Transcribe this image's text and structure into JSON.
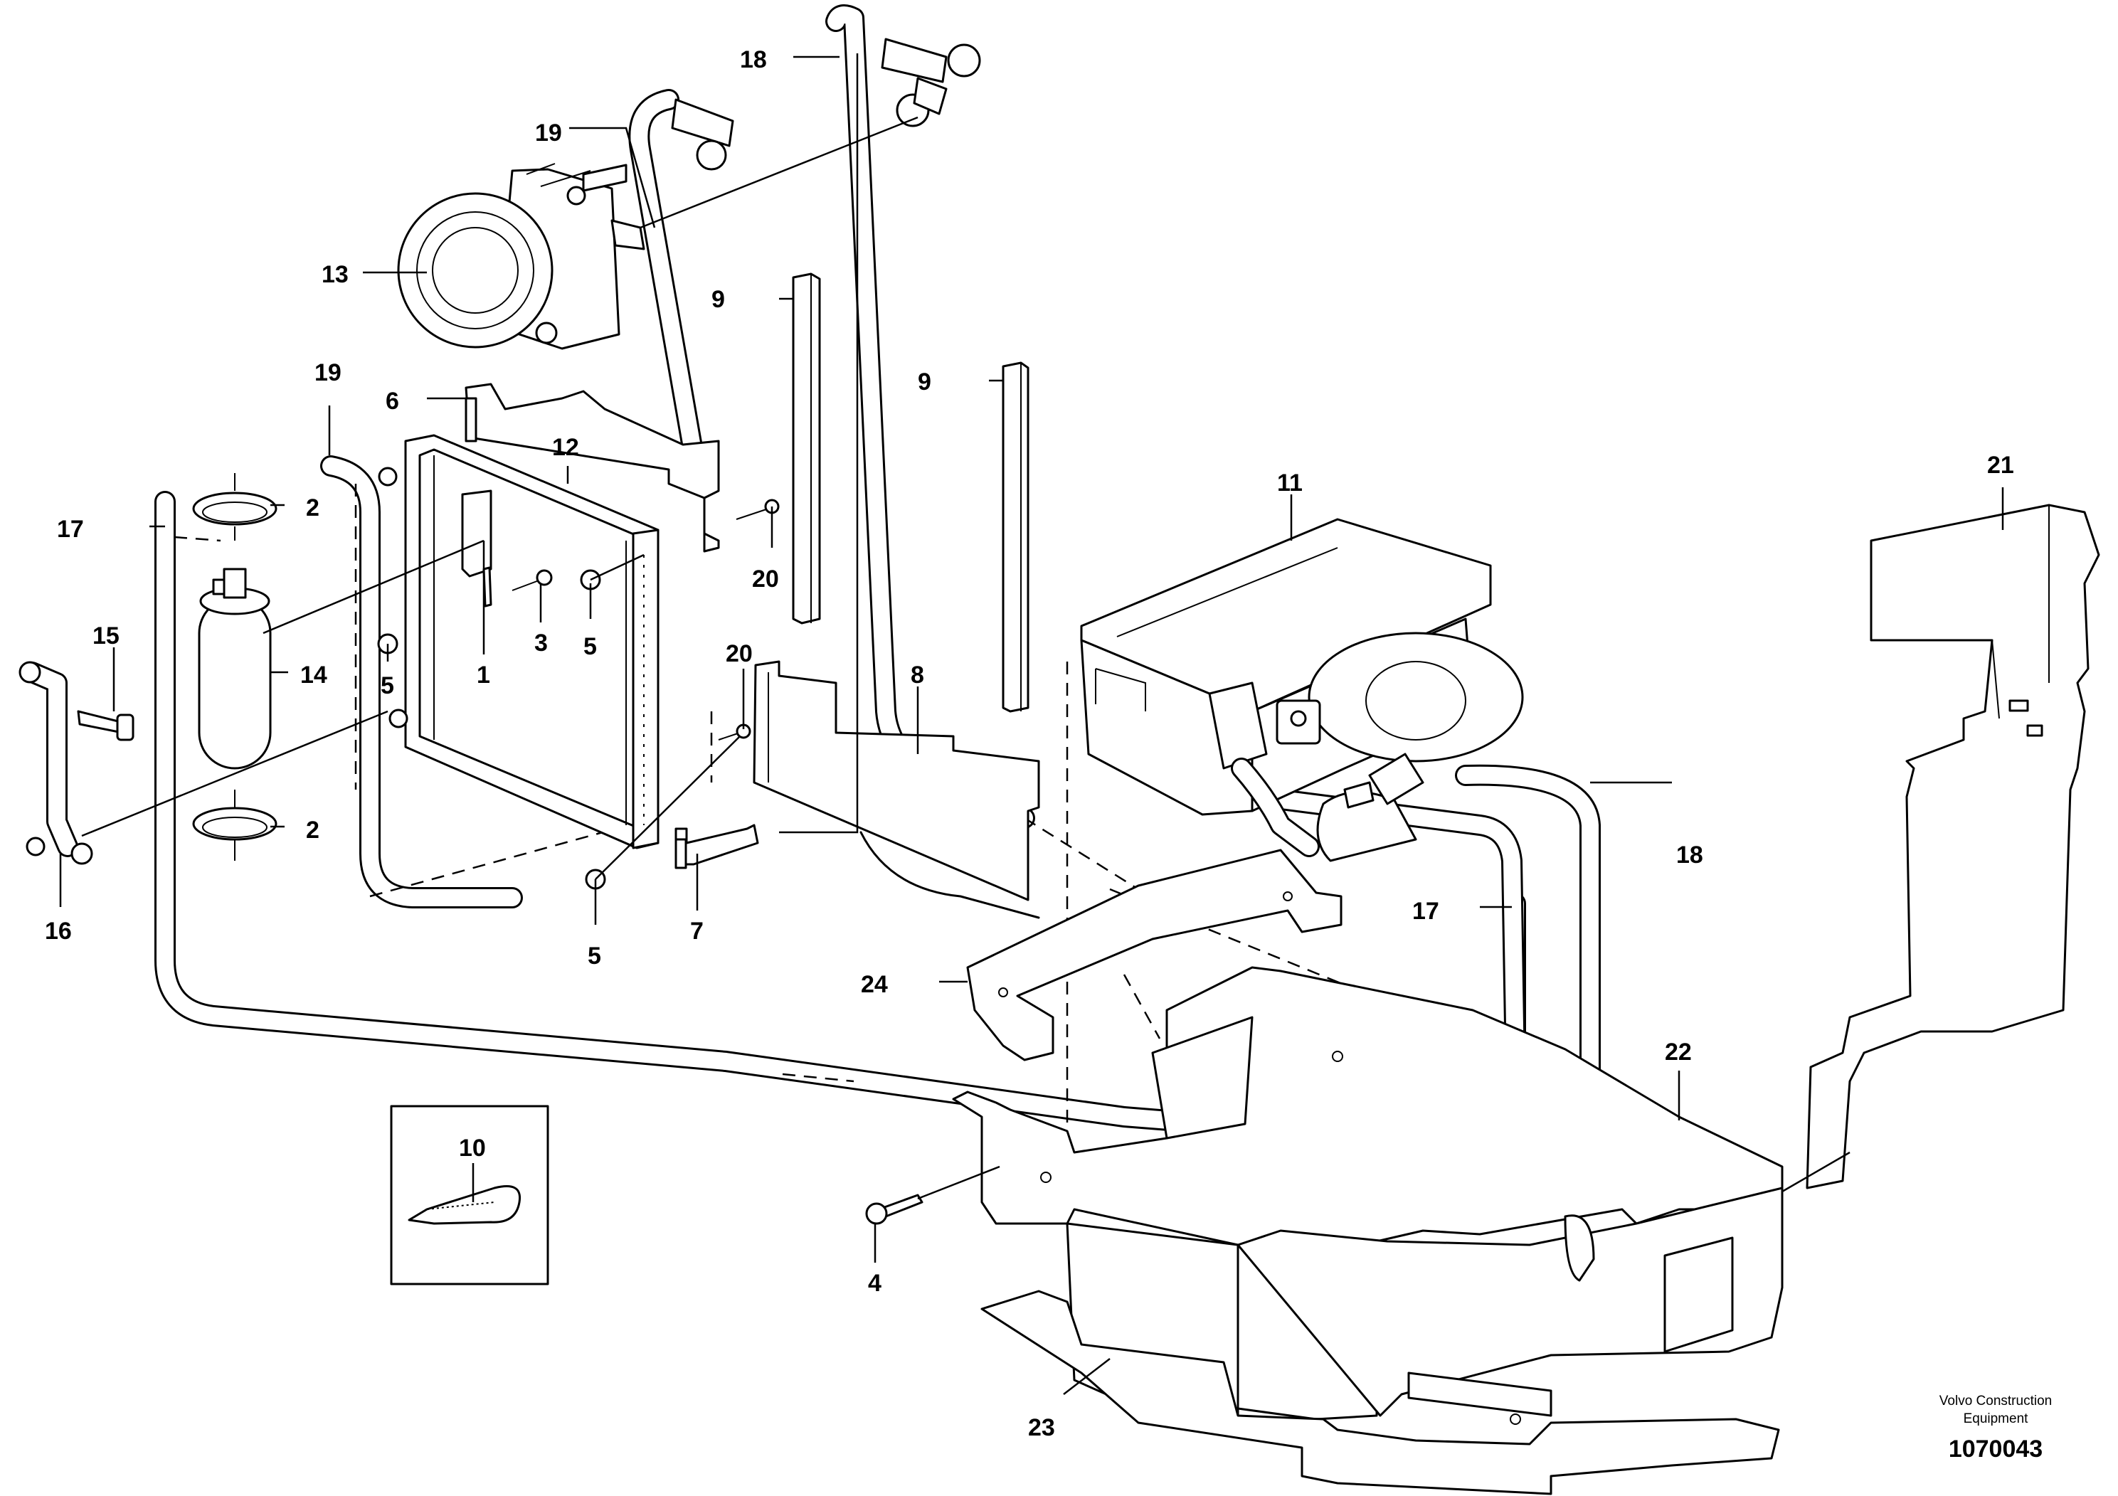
{
  "diagram": {
    "callouts": {
      "c1": "1",
      "c2a": "2",
      "c2b": "2",
      "c3": "3",
      "c4": "4",
      "c5a": "5",
      "c5b": "5",
      "c5c": "5",
      "c6": "6",
      "c7": "7",
      "c8": "8",
      "c9a": "9",
      "c9b": "9",
      "c10": "10",
      "c11": "11",
      "c12": "12",
      "c13": "13",
      "c14": "14",
      "c15": "15",
      "c16": "16",
      "c17a": "17",
      "c17b": "17",
      "c18a": "18",
      "c18b": "18",
      "c19a": "19",
      "c19b": "19",
      "c20a": "20",
      "c20b": "20",
      "c21": "21",
      "c22": "22",
      "c23": "23",
      "c24": "24"
    },
    "brand_line1": "Volvo Construction",
    "brand_line2": "Equipment",
    "document_number": "1070043"
  }
}
